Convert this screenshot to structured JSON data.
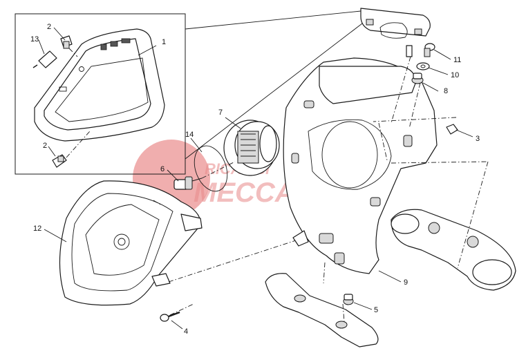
{
  "watermark": {
    "line1": "RICAMBI",
    "line2": "MECCANICA",
    "color": "#e36b6b"
  },
  "callouts": [
    {
      "id": "1",
      "label": "1"
    },
    {
      "id": "2a",
      "label": "2"
    },
    {
      "id": "2b",
      "label": "2"
    },
    {
      "id": "3",
      "label": "3"
    },
    {
      "id": "4",
      "label": "4"
    },
    {
      "id": "5",
      "label": "5"
    },
    {
      "id": "6",
      "label": "6"
    },
    {
      "id": "7",
      "label": "7"
    },
    {
      "id": "8",
      "label": "8"
    },
    {
      "id": "9",
      "label": "9"
    },
    {
      "id": "10",
      "label": "10"
    },
    {
      "id": "11",
      "label": "11"
    },
    {
      "id": "12",
      "label": "12"
    },
    {
      "id": "13",
      "label": "13"
    },
    {
      "id": "14",
      "label": "14"
    }
  ]
}
